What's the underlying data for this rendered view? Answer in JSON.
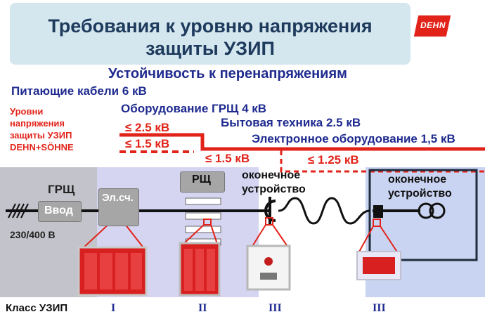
{
  "header": {
    "title_line1": "Требования к уровню напряжения",
    "title_line2": "защиты УЗИП",
    "logo_text": "DEHN"
  },
  "subtitle": "Устойчивость к перенапряжениям",
  "levels": {
    "feed_cables": "Питающие кабели 6 кВ",
    "switchboard_equipment": "Оборудование ГРЩ 4 кВ",
    "household": "Бытовая техника 2.5 кВ",
    "electronics": "Электронное оборудование 1,5 кВ"
  },
  "protection_label": {
    "line1": "Уровни",
    "line2": "напряжения",
    "line3": "защиты УЗИП",
    "line4": "DEHN+SÖHNE"
  },
  "protection_values": {
    "v1": "≤ 2.5 кВ",
    "v2": "≤ 1.5 кВ",
    "v3": "≤ 1.5 кВ",
    "v4": "≤ 1.25 кВ"
  },
  "diagram": {
    "grsh": "ГРЩ",
    "input": "Ввод",
    "meter": "Эл.сч.",
    "rsh": "РЩ",
    "terminal1_line1": "оконечное",
    "terminal1_line2": "устройство",
    "terminal2_line1": "оконечное",
    "terminal2_line2": "устройство",
    "supply_voltage": "230/400 В"
  },
  "classes": {
    "label": "Класс УЗИП",
    "c1": "I",
    "c2": "II",
    "c3": "III",
    "c4": "III"
  },
  "colors": {
    "navy": "#1f2b8f",
    "red": "#e2231a",
    "zone_gray": "#c3c3cb",
    "zone_lavender": "#d5d5f2",
    "zone_blue": "#c9d4f2"
  }
}
